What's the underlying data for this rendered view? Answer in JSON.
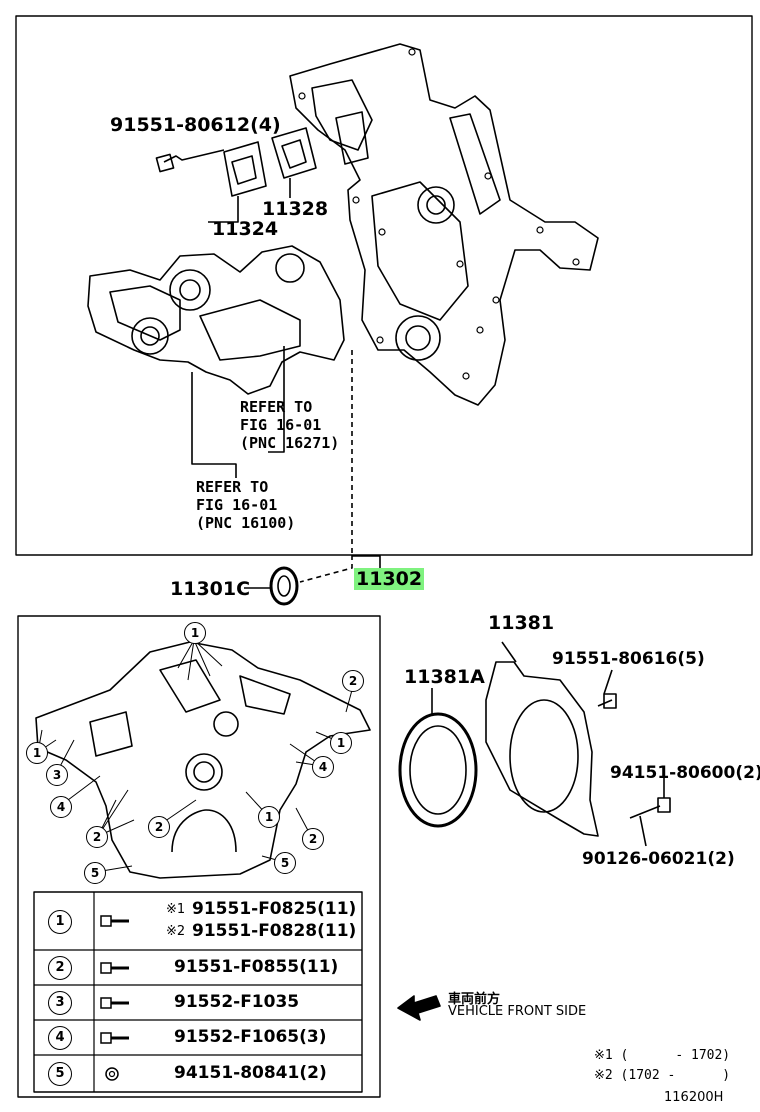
{
  "part_labels": {
    "p91551_80612": "91551-80612(4)",
    "p11328": "11328",
    "p11324": "11324",
    "refer1_l1": "REFER TO",
    "refer1_l2": "FIG 16-01",
    "refer1_l3": "(PNC 16271)",
    "refer2_l1": "REFER TO",
    "refer2_l2": "FIG 16-01",
    "refer2_l3": "(PNC 16100)",
    "p11301c": "11301C",
    "p11302": "11302",
    "p11381": "11381",
    "p11381a": "11381A",
    "p91551_80616": "91551-80616(5)",
    "p94151_80600": "94151-80600(2)",
    "p90126_06021": "90126-06021(2)"
  },
  "callouts": [
    "1",
    "2",
    "3",
    "4",
    "5"
  ],
  "table": [
    {
      "num": "1",
      "lines": [
        {
          "mark": "※1",
          "part": "91551-F0825(11)"
        },
        {
          "mark": "※2",
          "part": "91551-F0828(11)"
        }
      ]
    },
    {
      "num": "2",
      "lines": [
        {
          "mark": "",
          "part": "91551-F0855(11)"
        }
      ]
    },
    {
      "num": "3",
      "lines": [
        {
          "mark": "",
          "part": "91552-F1035"
        }
      ]
    },
    {
      "num": "4",
      "lines": [
        {
          "mark": "",
          "part": "91552-F1065(3)"
        }
      ]
    },
    {
      "num": "5",
      "lines": [
        {
          "mark": "",
          "part": "94151-80841(2)"
        }
      ]
    }
  ],
  "direction": {
    "jp": "車両前方",
    "en": "VEHICLE FRONT SIDE"
  },
  "notes": {
    "n1": "※1 (      - 1702)",
    "n2": "※2 (1702 -      )"
  },
  "figure_id": "116200H",
  "colors": {
    "highlight": "#7ff27f",
    "ink": "#000000"
  }
}
